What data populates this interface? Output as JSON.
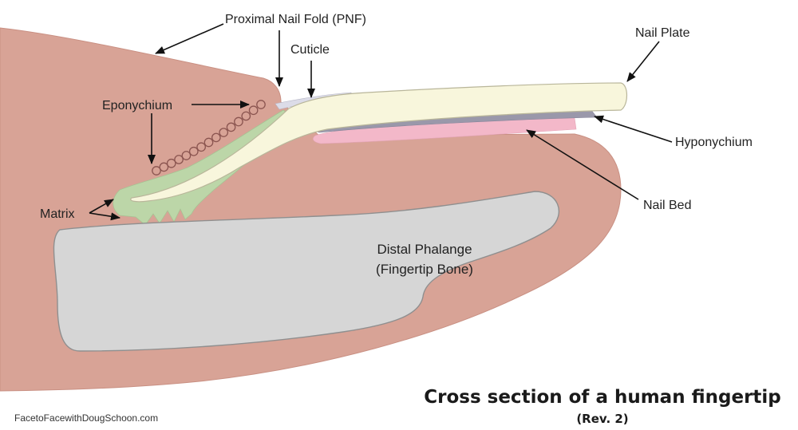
{
  "colors": {
    "skin": "#d8a396",
    "skin_edge": "#c99083",
    "bone": "#d6d6d6",
    "bone_edge": "#8f8f8f",
    "nail_plate": "#f8f6dc",
    "nail_plate_edge": "#b9b69a",
    "matrix": "#bcd6a8",
    "nail_bed": "#f3b8c9",
    "hyponychium": "#9a98aa",
    "cuticle": "#dcdce8",
    "eponychium_ring": "#8b5550"
  },
  "labels": {
    "proximal_nail_fold": "Proximal Nail Fold (PNF)",
    "cuticle": "Cuticle",
    "nail_plate": "Nail Plate",
    "eponychium": "Eponychium",
    "hyponychium": "Hyponychium",
    "nail_bed": "Nail Bed",
    "matrix": "Matrix",
    "bone_line1": "Distal Phalange",
    "bone_line2": "(Fingertip Bone)"
  },
  "title": "Cross section of a human fingertip",
  "subtitle": "(Rev. 2)",
  "credit": "FacetoFacewithDougSchoon.com"
}
